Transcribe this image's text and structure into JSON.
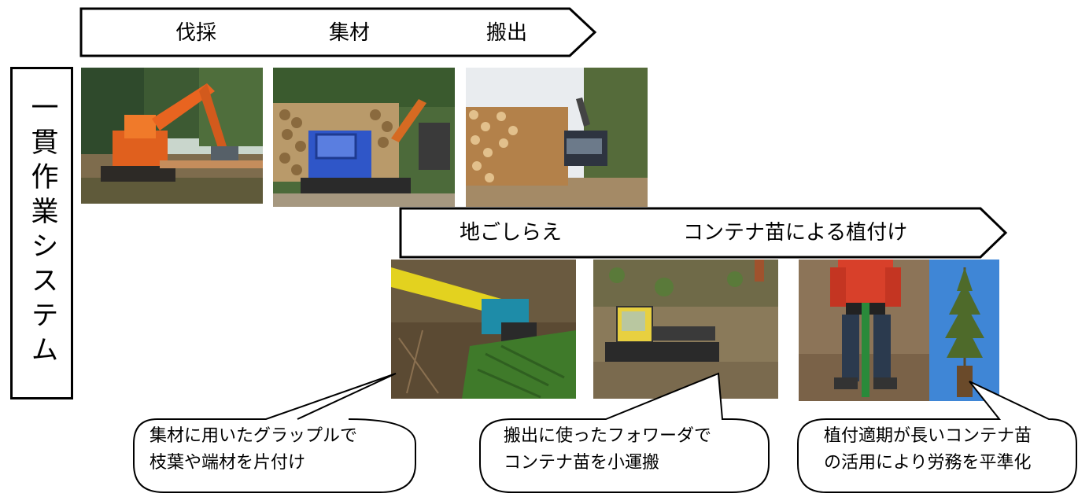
{
  "harvest_arrow": {
    "labels": [
      "伐採",
      "集材",
      "搬出"
    ]
  },
  "planting_arrow": {
    "labels": [
      "地ごしらえ",
      "コンテナ苗による植付け"
    ]
  },
  "side_label": "一貫作業システム",
  "photos": [
    "excavator-felling-photo",
    "tracked-carrier-log-loading-photo",
    "log-pile-truck-photo",
    "grapple-clearing-branches-photo",
    "forwarder-on-slope-photo",
    "planting-tool-worker-photo",
    "container-seedling-photo"
  ],
  "callouts": [
    {
      "line1": "集材に用いたグラップルで",
      "line2": "枝葉や端材を片付け"
    },
    {
      "line1": "搬出に使ったフォワーダで",
      "line2": "コンテナ苗を小運搬"
    },
    {
      "line1": "植付適期が長いコンテナ苗",
      "line2": "の活用により労務を平準化"
    }
  ]
}
